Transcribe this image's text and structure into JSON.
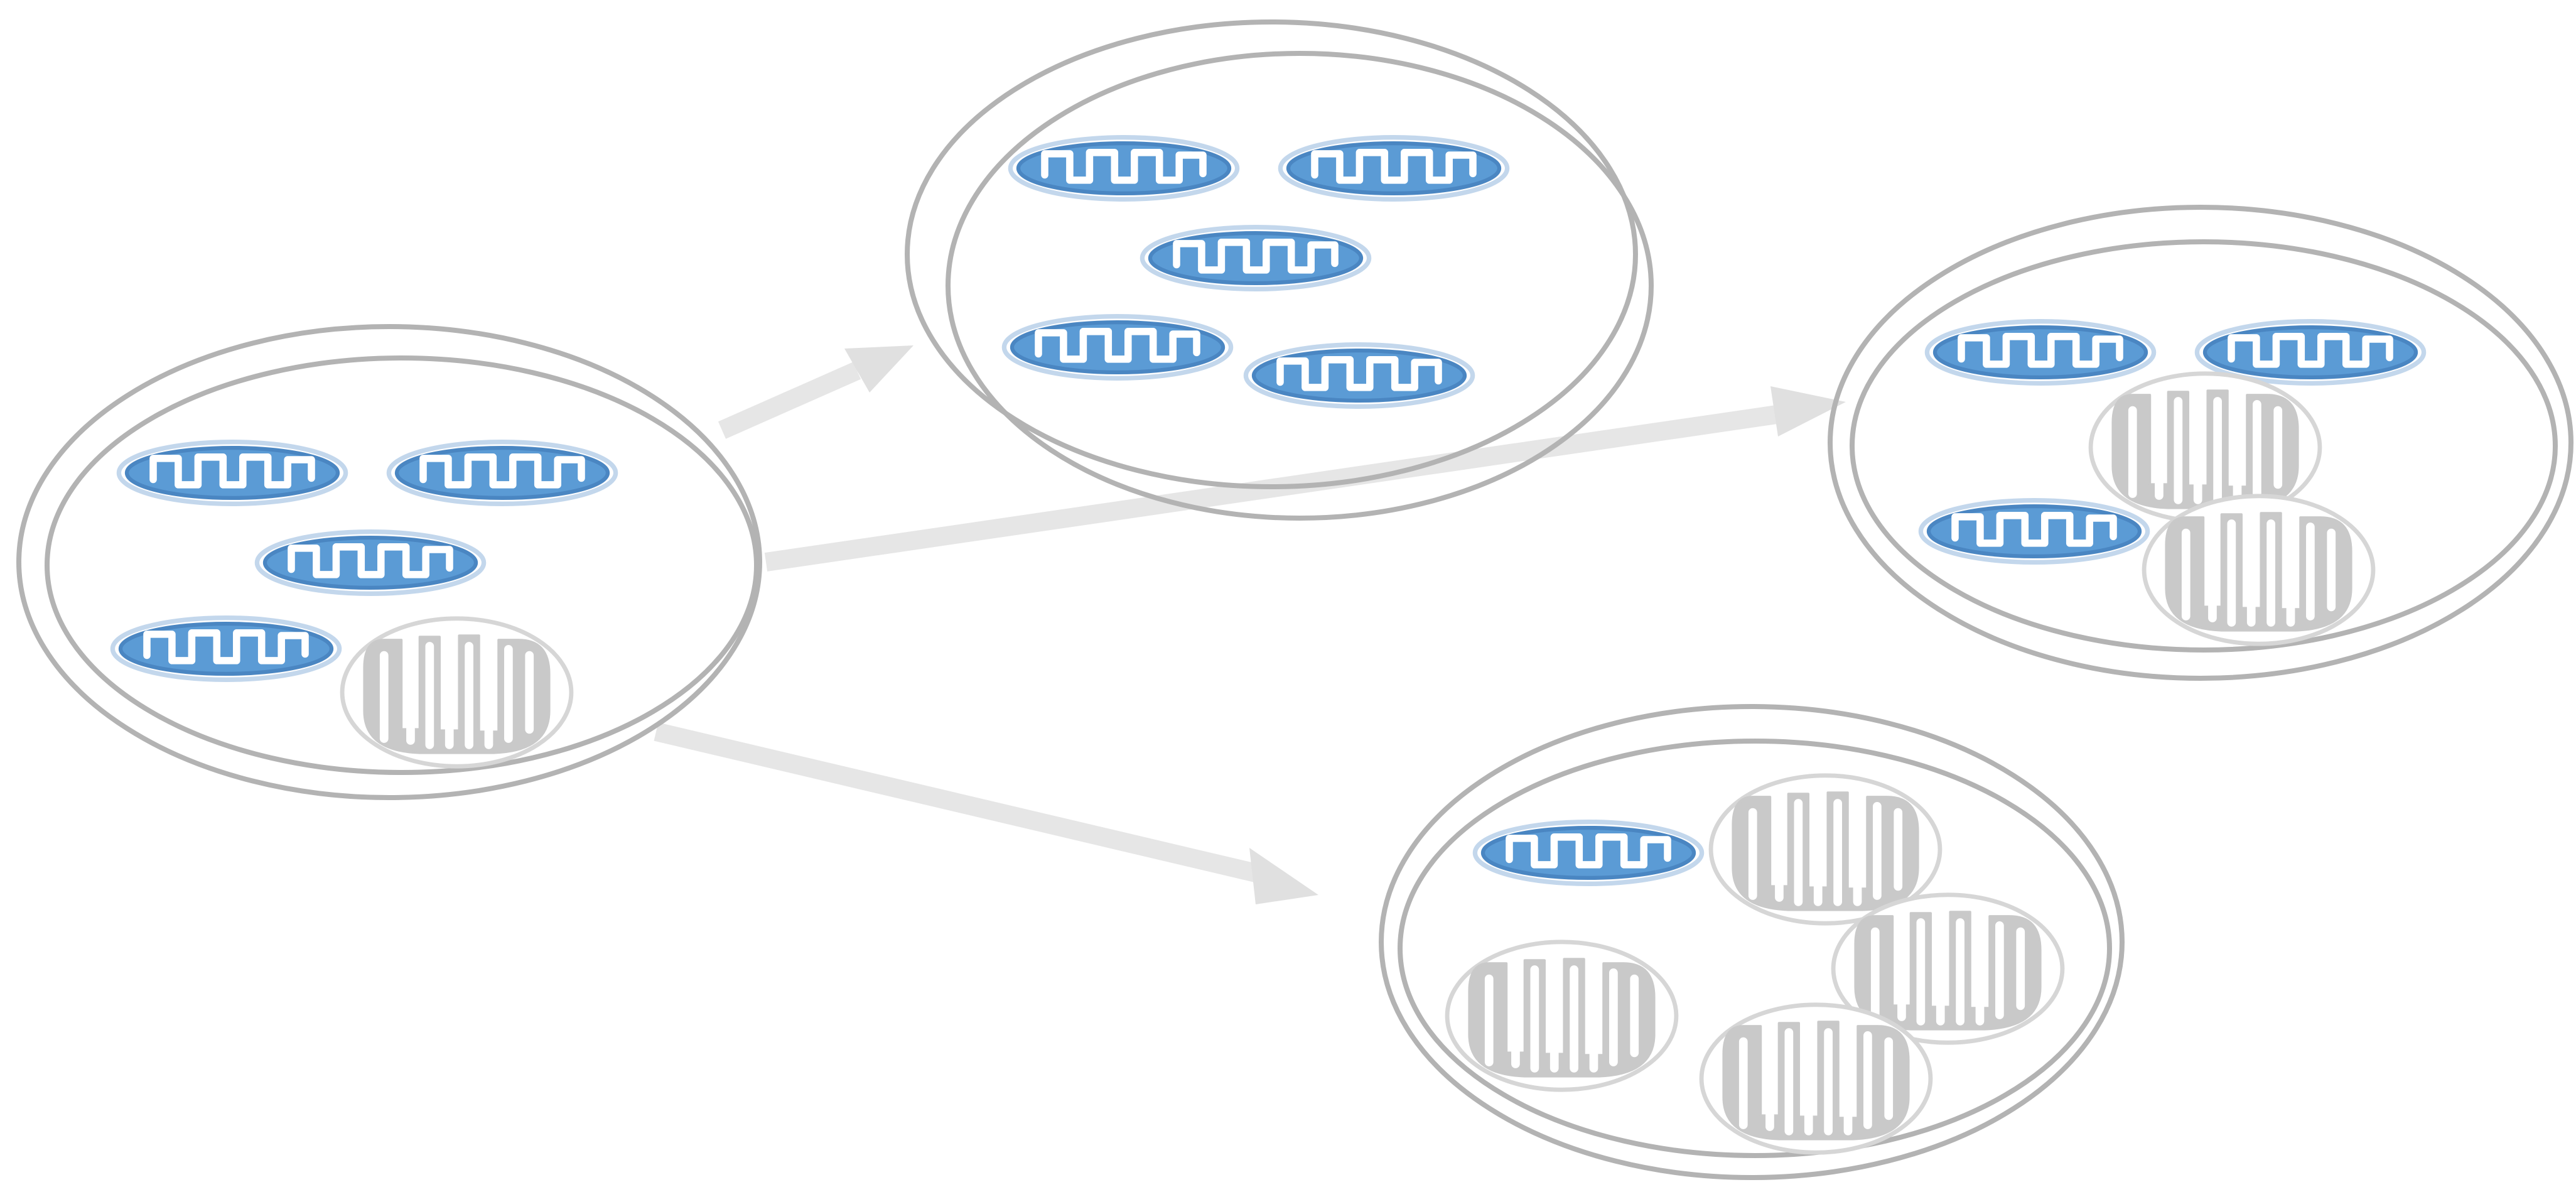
{
  "colors": {
    "background": "#ffffff",
    "cell_outline": "#b3b3b3",
    "arrow": "#e6e6e6",
    "arrow_head": "#e0e0e0",
    "healthy_fill": "#5b9bd5",
    "healthy_stroke": "#4a86c2",
    "healthy_inner": "#ffffff",
    "healthy_halo": "#c3d7ec",
    "damaged_fill": "#c9c9c9",
    "damaged_stroke": "#d9d9d9",
    "damaged_inner": "#ffffff"
  },
  "cells": [
    {
      "id": "parent",
      "healthy": 4,
      "damaged": 1
    },
    {
      "id": "top",
      "healthy": 5,
      "damaged": 0
    },
    {
      "id": "middle-right",
      "healthy": 3,
      "damaged": 2
    },
    {
      "id": "bottom",
      "healthy": 1,
      "damaged": 4
    }
  ],
  "arrows": [
    {
      "from": "parent",
      "to": "top"
    },
    {
      "from": "parent",
      "to": "middle-right"
    },
    {
      "from": "parent",
      "to": "bottom"
    }
  ],
  "icons": {
    "healthy": "healthy-mitochondrion-icon",
    "damaged": "damaged-mitochondrion-icon"
  }
}
